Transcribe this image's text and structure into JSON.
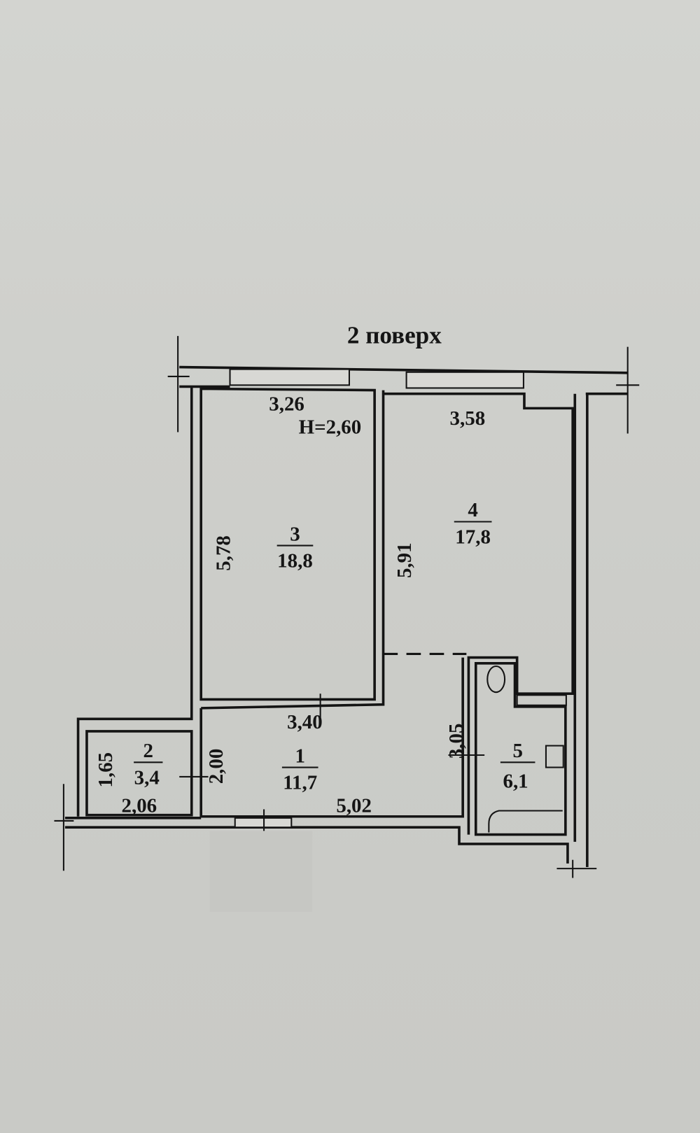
{
  "title": "2 поверх",
  "ceiling_height": "H=2,60",
  "rooms": [
    {
      "number": "1",
      "area": "11,7"
    },
    {
      "number": "2",
      "area": "3,4"
    },
    {
      "number": "3",
      "area": "18,8"
    },
    {
      "number": "4",
      "area": "17,8"
    },
    {
      "number": "5",
      "area": "6,1"
    }
  ],
  "dimensions": {
    "room3_width": "3,26",
    "room3_length": "5,78",
    "room4_width": "3,58",
    "room4_length": "5,91",
    "room1_top": "3,40",
    "room1_bottom": "5,02",
    "room1_left": "2,00",
    "room1_right": "3,05",
    "room2_width": "2,06",
    "room2_length": "1,65"
  }
}
